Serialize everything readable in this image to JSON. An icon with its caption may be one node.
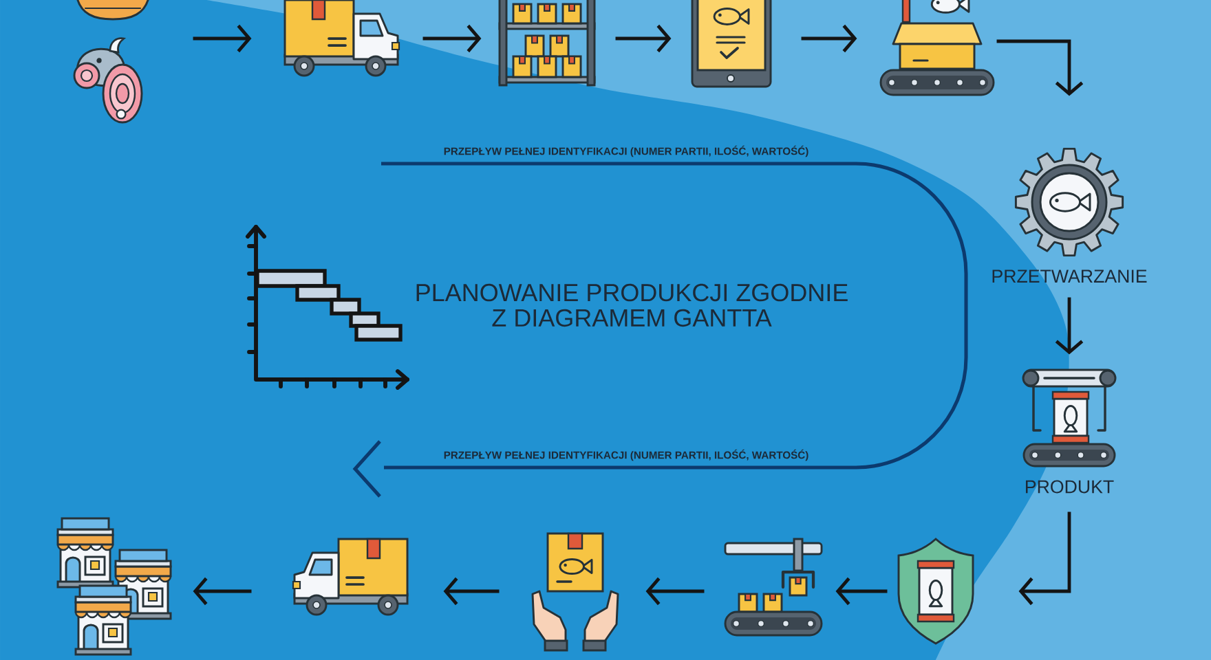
{
  "diagram": {
    "nodes": [
      {
        "text": [],
        "shape": "picture"
      },
      {
        "text": [],
        "shape": "picture"
      },
      {
        "text": [],
        "shape": "picture"
      },
      {
        "text": [],
        "shape": "picture"
      },
      {
        "text": [],
        "shape": "picture"
      },
      {
        "text": [],
        "shape": "picture",
        "beside": [
          "PRZETWARZANIE"
        ]
      },
      {
        "text": [],
        "shape": "picture",
        "beside": [
          "PRODUKT"
        ]
      },
      {
        "text": [],
        "shape": "picture"
      },
      {
        "text": [],
        "shape": "picture"
      },
      {
        "text": [],
        "shape": "picture"
      },
      {
        "text": [],
        "shape": "picture"
      },
      {
        "text": [],
        "shape": "picture"
      }
    ],
    "edges": [
      {
        "from": 0,
        "to": 1,
        "arrow": "to"
      },
      {
        "from": 1,
        "to": 2,
        "arrow": "to"
      },
      {
        "from": 2,
        "to": 3,
        "arrow": "to"
      },
      {
        "from": 3,
        "to": 4,
        "arrow": "to"
      },
      {
        "from": 4,
        "to": 5,
        "arrow": "to"
      },
      {
        "from": 5,
        "to": 6,
        "arrow": "to"
      },
      {
        "from": 6,
        "to": 7,
        "arrow": "to"
      },
      {
        "from": 7,
        "to": 8,
        "arrow": "to"
      },
      {
        "from": 8,
        "to": 9,
        "arrow": "to"
      },
      {
        "from": 9,
        "to": 10,
        "arrow": "to"
      },
      {
        "from": 10,
        "to": 11,
        "arrow": "to"
      }
    ],
    "labels": [
      "PRZEPŁYW PEŁNEJ IDENTYFIKACJI (NUMER PARTII, ILOŚĆ, WARTOŚĆ)",
      "PLANOWANIE PRODUKCJI ZGODNIE Z DIAGRAMEM GANTTA",
      "PRZEPŁYW PEŁNEJ IDENTYFIKACJI (NUMER PARTII, ILOŚĆ, WARTOŚĆ)"
    ]
  }
}
